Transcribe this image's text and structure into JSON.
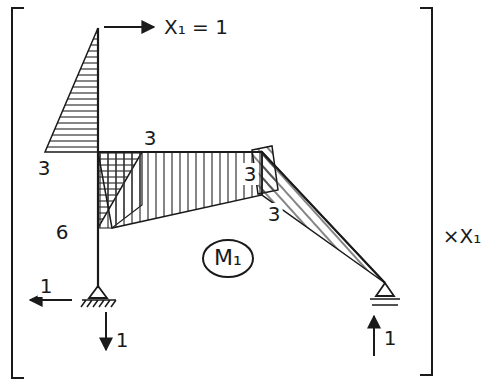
{
  "diagram": {
    "nodes": [
      {
        "text": [
          "M₁"
        ]
      }
    ],
    "labels": [
      "X₁ = 1",
      "3",
      "3",
      "3",
      "6",
      "3",
      "1",
      "1",
      "1",
      "×X₁"
    ]
  }
}
